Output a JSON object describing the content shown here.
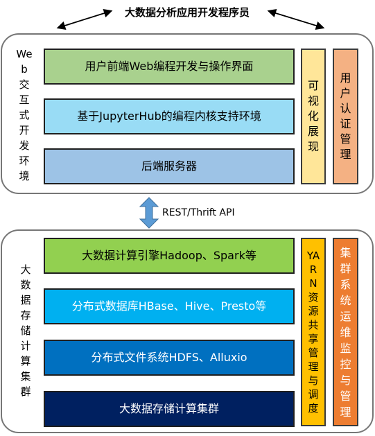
{
  "diagram": {
    "top_label": "大数据分析应用开发程序员",
    "interface_label": "REST/Thrift API",
    "upper": {
      "side_label": "Web交互式开发环境",
      "layers": [
        "用户前端Web编程开发与操作界面",
        "基于JupyterHub的编程内核支持环境",
        "后端服务器"
      ],
      "columns": [
        "可视化展现",
        "用户认证管理"
      ]
    },
    "lower": {
      "side_label": "大数据存储计算集群",
      "layers": [
        "大数据计算引擎Hadoop、Spark等",
        "分布式数据库HBase、Hive、Presto等",
        "分布式文件系统HDFS、Alluxio",
        "大数据存储计算集群"
      ],
      "columns": [
        "YARN资源共享管理与调度",
        "集群系统运维监控与管理"
      ]
    }
  },
  "colors": {
    "layer_green": "#a9d18e",
    "layer_cyan": "#99dcf5",
    "layer_blue": "#9dc3e6",
    "layer_lime": "#92d050",
    "layer_sky": "#00b0f0",
    "layer_azure": "#0070c0",
    "layer_navy": "#002060",
    "col_lightyellow": "#ffe699",
    "col_peach": "#f4b183",
    "col_orange": "#ffc000",
    "col_darkorange": "#ed7d31",
    "arrow_blue": "#5b9bd5"
  }
}
